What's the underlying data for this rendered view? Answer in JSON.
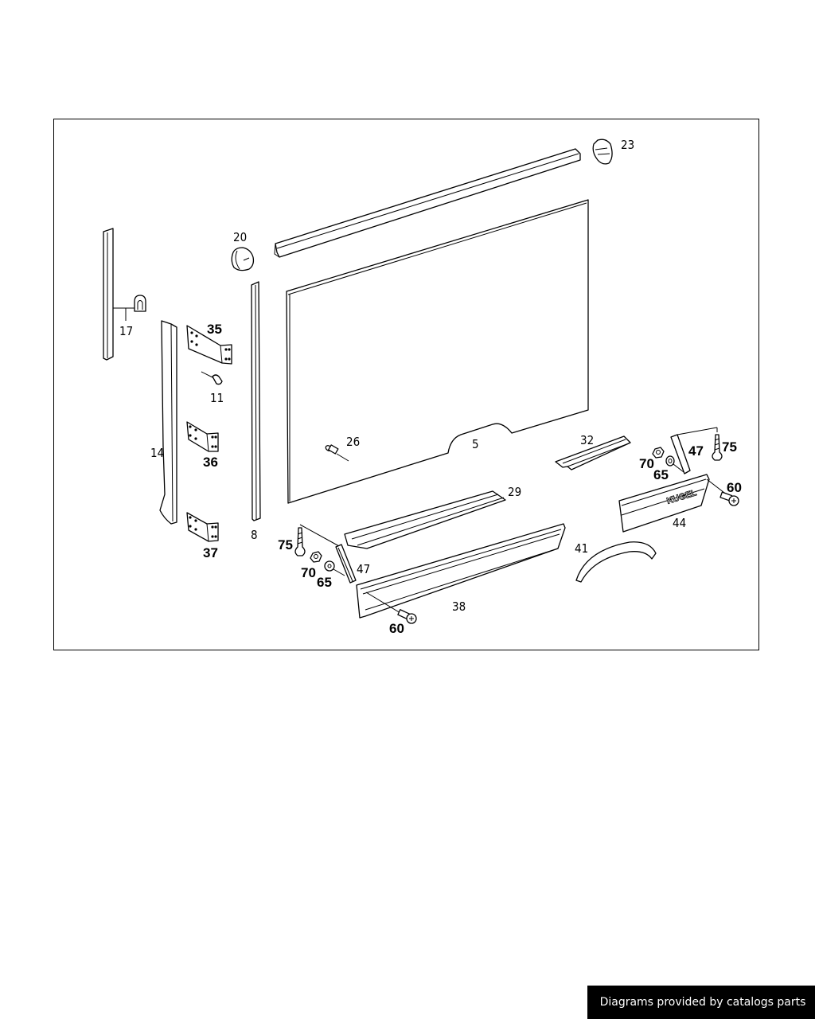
{
  "diagram": {
    "title": "",
    "callouts": {
      "p5": "5",
      "p8": "8",
      "p11": "11",
      "p14": "14",
      "p17": "17",
      "p20": "20",
      "p23": "23",
      "p26": "26",
      "p29": "29",
      "p32": "32",
      "p35": "35",
      "p36": "36",
      "p37": "37",
      "p38": "38",
      "p41": "41",
      "p44": "44",
      "p47_left": "47",
      "p47_right": "47",
      "p60_left": "60",
      "p60_right": "60",
      "p65_left": "65",
      "p65_right": "65",
      "p70_left": "70",
      "p70_right": "70",
      "p75_left": "75",
      "p75_right": "75"
    },
    "badge_text": "KUGEL"
  },
  "footer": {
    "credit": "Diagrams provided by catalogs parts"
  }
}
